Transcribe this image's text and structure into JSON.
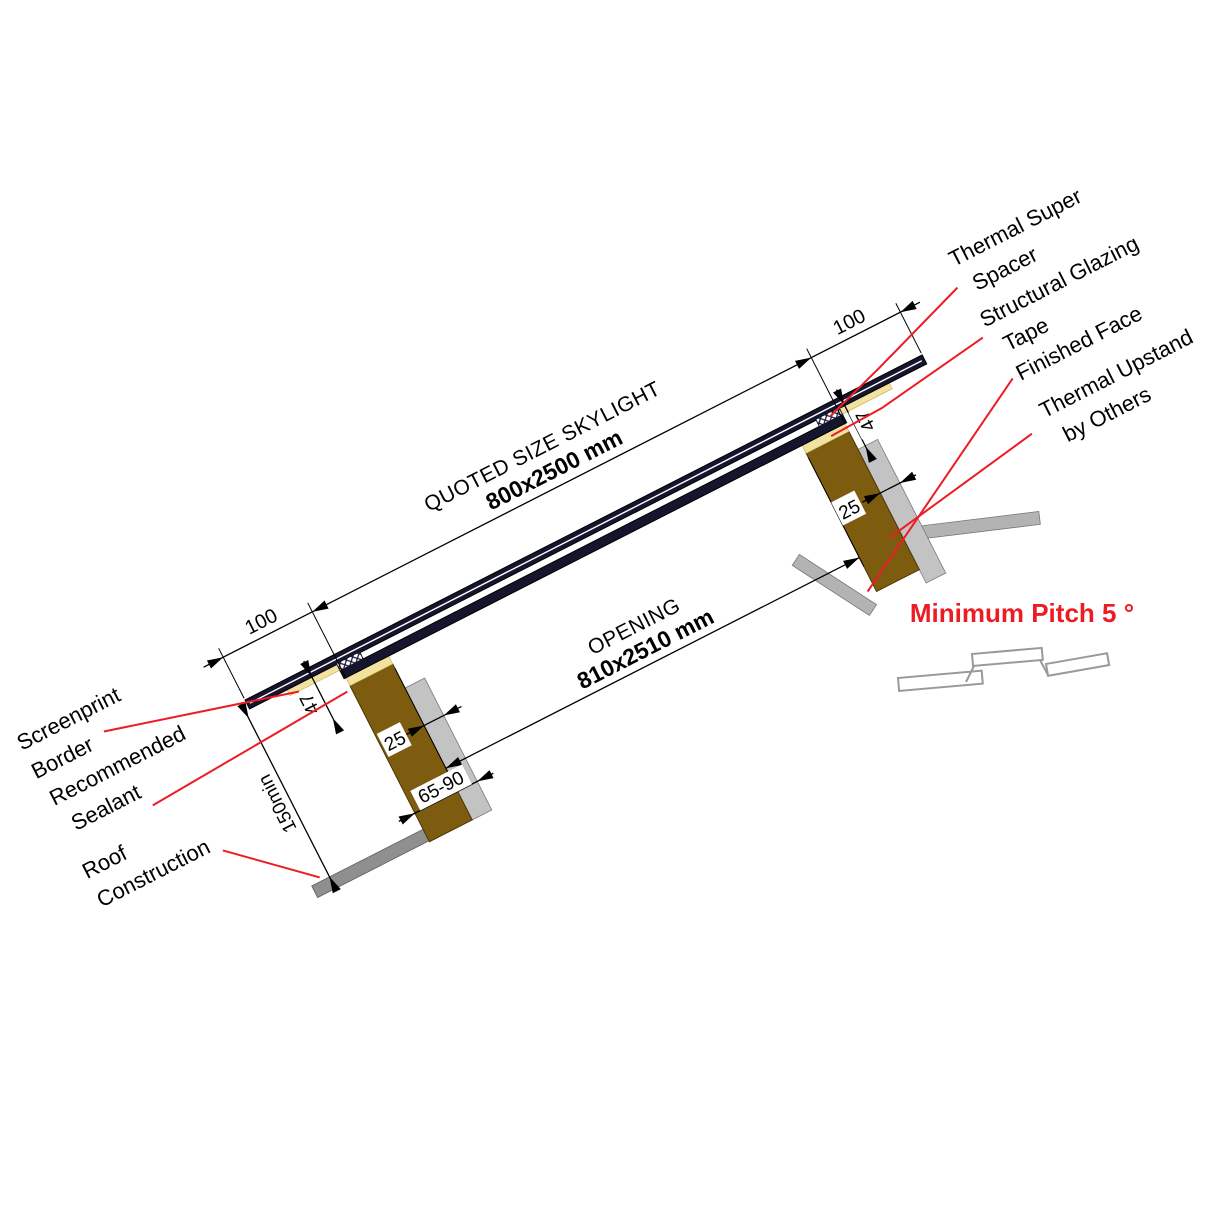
{
  "title": "Skylight installation cross-section",
  "labels": {
    "thermal_super_spacer": [
      "Thermal Super",
      "Spacer"
    ],
    "structural_glazing_tape": [
      "Structural Glazing",
      "Tape"
    ],
    "finished_face": "Finished Face",
    "thermal_upstand": [
      "Thermal Upstand",
      "by Others"
    ],
    "screenprint_border": [
      "Screenprint",
      "Border"
    ],
    "recommended_sealant": [
      "Recommended",
      "Sealant"
    ],
    "roof_construction": [
      "Roof",
      "Construction"
    ]
  },
  "dimensions": {
    "quoted_size_label": "QUOTED SIZE SKYLIGHT",
    "quoted_size_value": "800x2500 mm",
    "opening_label": "OPENING",
    "opening_value": "810x2510 mm",
    "edge_left": "100",
    "edge_right": "100",
    "bond_left": "47",
    "bond_right": "47",
    "board_left": "25",
    "board_right": "25",
    "upstand_width": "65-90",
    "upstand_height": "150min"
  },
  "note": {
    "minimum_pitch": "Minimum Pitch 5 °"
  },
  "colors": {
    "glass": "#15152e",
    "tape": "#f2e2a0",
    "upstand": "#7d5c10",
    "roof_gray": "#8f8f8f",
    "board_gray": "#c3c3c3",
    "leader_red": "#ed1c24",
    "dimension_black": "#000000"
  }
}
